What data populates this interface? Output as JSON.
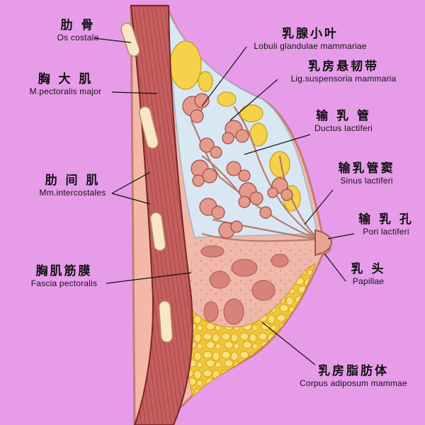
{
  "labels": {
    "os_costale": {
      "zh": "肋 骨",
      "la": "Os costale"
    },
    "pectoralis_major": {
      "zh": "胸 大 肌",
      "la": "M.pectoralis major"
    },
    "intercostales": {
      "zh": "肋 间 肌",
      "la": "Mm.intercostales"
    },
    "fascia_pectoralis": {
      "zh": "胸肌筋膜",
      "la": "Fascia pectoralis"
    },
    "lobuli": {
      "zh": "乳腺小叶",
      "la": "Lobuli glandulae mammariae"
    },
    "lig_suspensoria": {
      "zh": "乳房悬韧带",
      "la": "Lig.suspensoria mammaria"
    },
    "ductus": {
      "zh": "输 乳 管",
      "la": "Ductus lactiferi"
    },
    "sinus": {
      "zh": "输乳管窦",
      "la": "Sinus lactiferi"
    },
    "pori": {
      "zh": "输 乳 孔",
      "la": "Pori lactiferi"
    },
    "papillae": {
      "zh": "乳 头",
      "la": "Papillae"
    },
    "corpus": {
      "zh": "乳房脂肪体",
      "la": "Corpus adiposum mammae"
    }
  },
  "colors": {
    "background": "#e79ce9",
    "muscle": "#c45a5a",
    "muscle_dark": "#8a2a2a",
    "fat": "#f3cc3a",
    "gland": "#e59a8a",
    "gland_stroke": "#9b4a4a",
    "fibrous": "#d7e6f2",
    "skin": "#f2b9a8",
    "lower_tissue": "#efb4a6"
  }
}
